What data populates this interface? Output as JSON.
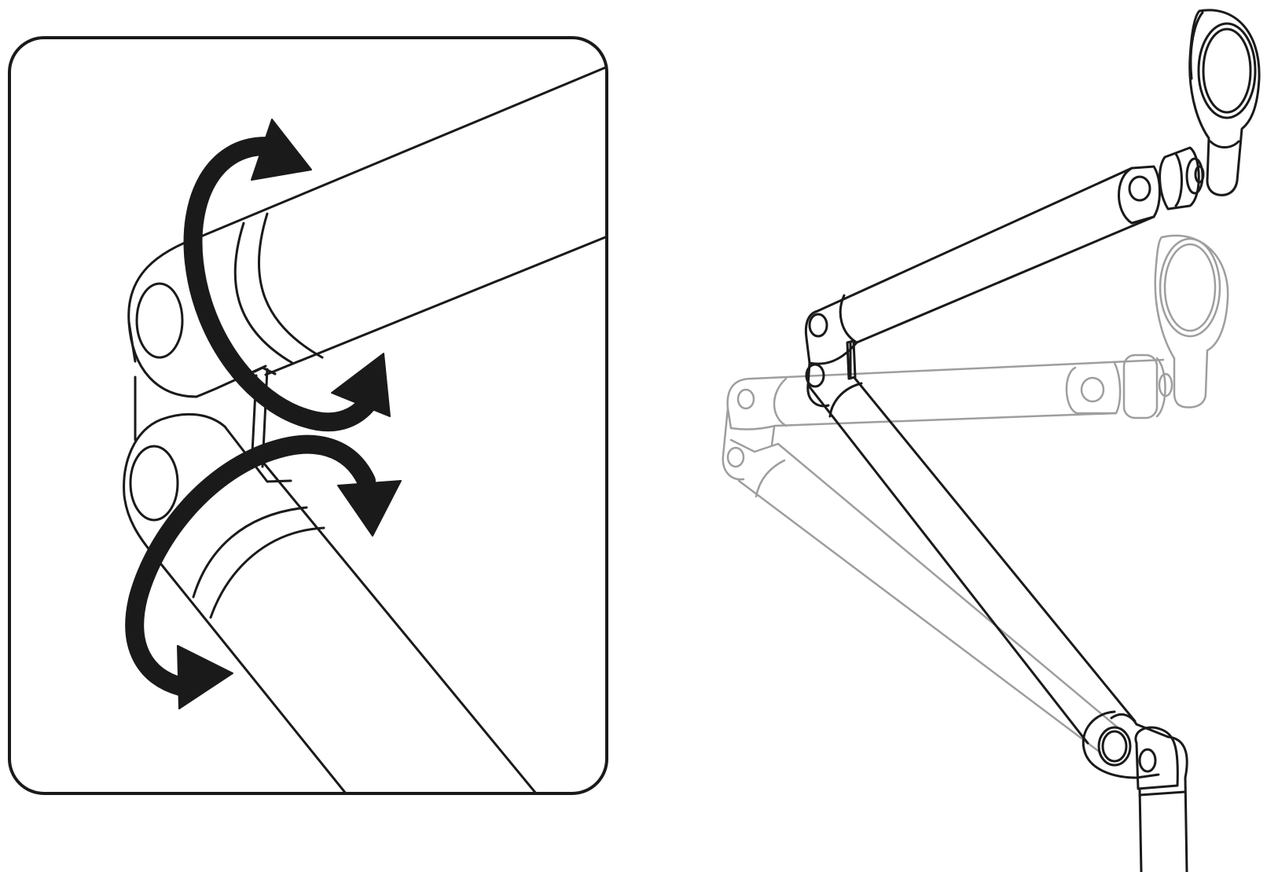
{
  "diagram": {
    "panels": [
      {
        "id": "detail-inset",
        "description_shown": false
      },
      {
        "id": "boom-arm-overview",
        "description_shown": false
      }
    ],
    "colors": {
      "line": "#1a1a1a",
      "arrow": "#1a1a1a",
      "ghost": "#9e9e9e",
      "background": "#ffffff"
    },
    "icons": [
      "rotate-arrow-upper",
      "rotate-arrow-lower"
    ],
    "ghost_position_shown": true
  }
}
